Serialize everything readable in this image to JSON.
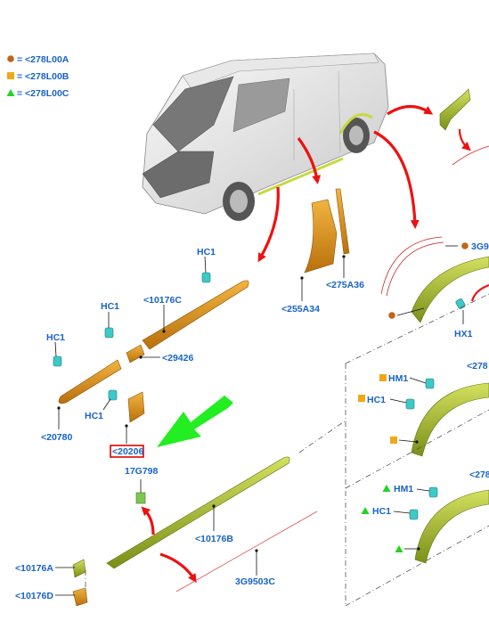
{
  "legend": [
    {
      "text": "= <278L00A",
      "marker": "circle",
      "color": "#c0651b"
    },
    {
      "text": "= <278L00B",
      "marker": "square",
      "color": "#f0a818"
    },
    {
      "text": "= <278L00C",
      "marker": "triangle",
      "color": "#22d422"
    }
  ],
  "labels": {
    "hc1_top": "HC1",
    "p10176c": "<10176C",
    "hc1_mid": "HC1",
    "hc1_left": "HC1",
    "p29426": "<29426",
    "p255a34": "<255A34",
    "p275a36": "<275A36",
    "p3g9": "3G9",
    "hx1": "HX1",
    "p278_upper": "<278",
    "hm1_sq": "HM1",
    "hc1_sq": "HC1",
    "p278_lower": "<278",
    "hm1_tri": "HM1",
    "hc1_tri": "HC1",
    "p20780": "<20780",
    "hc1_low": "HC1",
    "p20206": "<20206",
    "p17g798": "17G798",
    "p10176b": "<10176B",
    "p10176a": "<10176A",
    "p10176d": "<10176D",
    "p3g9503c": "3G9503C"
  },
  "colors": {
    "label_blue": "#1763c9",
    "arrow_red": "#ee1111",
    "arrow_green": "#22ee22",
    "part_orange": "#d8901c",
    "part_olive": "#a8c030",
    "clip_cyan": "#3ec8c8",
    "highlight_red": "#e00000"
  }
}
